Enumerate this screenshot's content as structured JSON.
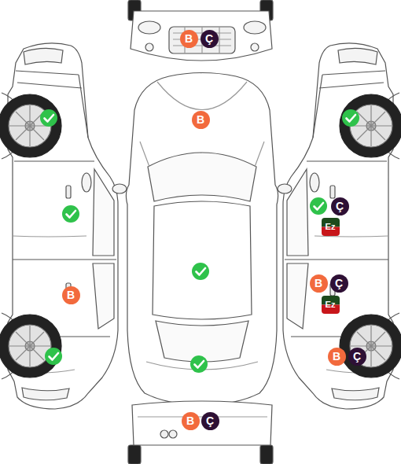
{
  "diagram": {
    "nodes": [
      {
        "text": [
          "B"
        ]
      },
      {
        "text": [
          "Ç"
        ]
      },
      {
        "text": [
          "B"
        ]
      },
      {
        "text": [
          "Ç"
        ]
      },
      {
        "text": [
          "Ez"
        ]
      },
      {
        "text": [
          "B"
        ]
      },
      {
        "text": [
          "Ç"
        ]
      },
      {
        "text": [
          "B"
        ]
      },
      {
        "text": [
          "Ez"
        ]
      },
      {
        "text": [
          "B"
        ]
      },
      {
        "text": [
          "Ç"
        ]
      },
      {
        "text": [
          "B"
        ]
      },
      {
        "text": [
          "Ç"
        ]
      }
    ]
  }
}
